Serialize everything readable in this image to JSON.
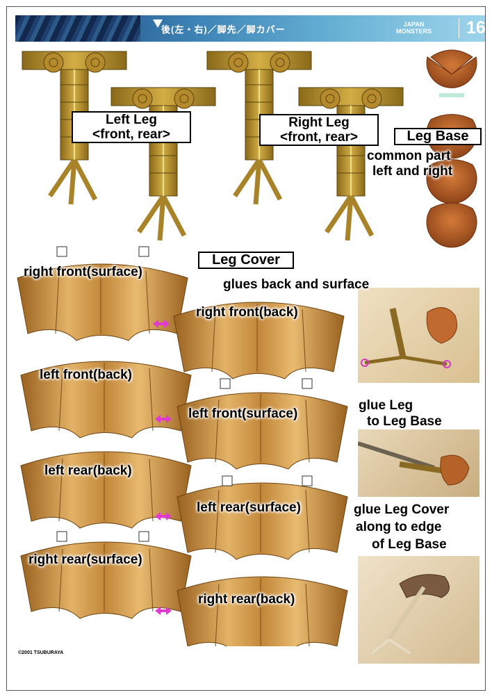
{
  "header": {
    "title": "後(左・右)／脚先／脚カバー",
    "brand_line1": "JAPAN",
    "brand_line2": "MONSTERS",
    "page_number": "16"
  },
  "labels": {
    "left_leg_title": "Left Leg",
    "left_leg_sub": "<front, rear>",
    "right_leg_title": "Right Leg",
    "right_leg_sub": "<front, rear>",
    "leg_base_title": "Leg Base",
    "leg_base_line1": "common part",
    "leg_base_line2": "left and right",
    "leg_cover_title": "Leg Cover",
    "glues_note": "glues back and surface",
    "right_front_surface": "right front(surface)",
    "right_front_back": "right front(back)",
    "left_front_back": "left front(back)",
    "left_front_surface": "left front(surface)",
    "left_rear_back": "left rear(back)",
    "left_rear_surface": "left rear(surface)",
    "right_rear_surface": "right rear(surface)",
    "right_rear_back": "right rear(back)",
    "glue_leg_1": "glue Leg",
    "glue_leg_2": "to Leg Base",
    "glue_cover_1": "glue Leg Cover",
    "glue_cover_2": "along to edge",
    "glue_cover_3": "of Leg Base"
  },
  "footer": {
    "copyright": "©2001 TSUBURAYA"
  },
  "colors": {
    "leg_gold": "#c9a233",
    "leg_dark": "#7a5c14",
    "cover_orange": "#c98a3c",
    "base_rust": "#b8622a",
    "arrow_magenta": "#e23ad0"
  }
}
